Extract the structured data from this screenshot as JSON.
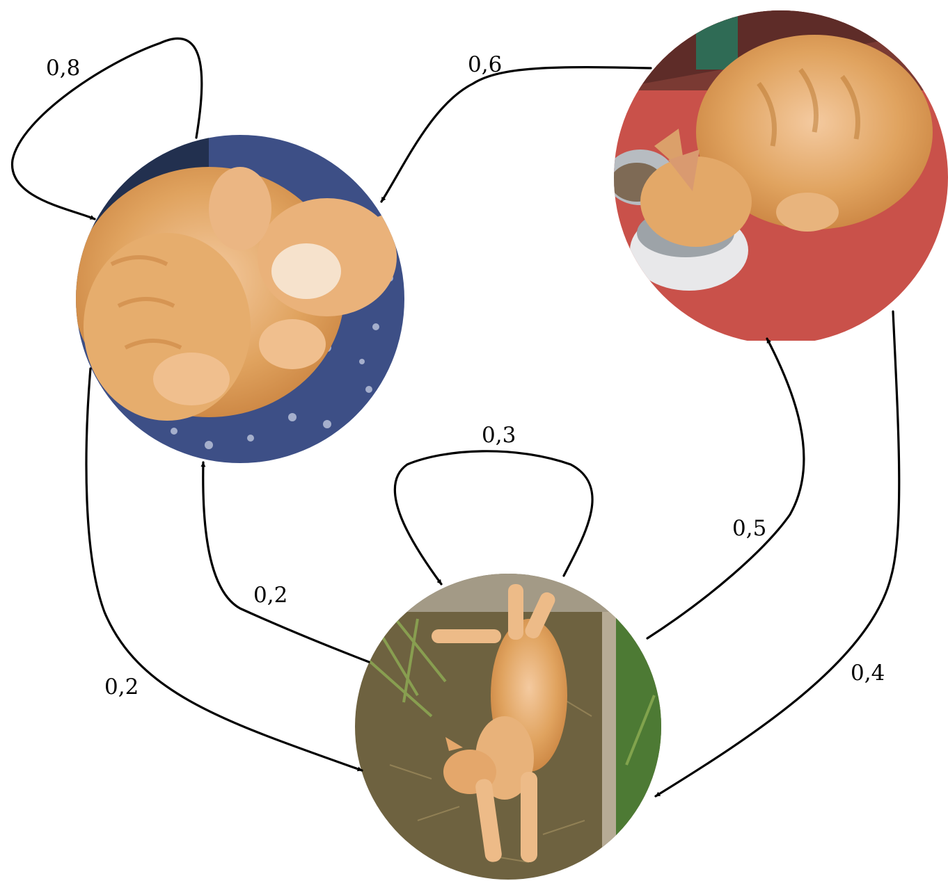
{
  "nodes": [
    {
      "id": "sleeping-cat",
      "depicts": "orange cat curled up asleep on blue floral cushion"
    },
    {
      "id": "eating-cat",
      "depicts": "orange cat eating from bowl on red floor"
    },
    {
      "id": "stretched-cat",
      "depicts": "orange cat lying stretched on dry grass"
    }
  ],
  "edges": [
    {
      "from": "sleeping-cat",
      "to": "sleeping-cat",
      "label": "0,8"
    },
    {
      "from": "eating-cat",
      "to": "sleeping-cat",
      "label": "0,6"
    },
    {
      "from": "stretched-cat",
      "to": "stretched-cat",
      "label": "0,3"
    },
    {
      "from": "stretched-cat",
      "to": "eating-cat",
      "label": "0,5"
    },
    {
      "from": "stretched-cat",
      "to": "sleeping-cat",
      "label": "0,2"
    },
    {
      "from": "sleeping-cat",
      "to": "stretched-cat",
      "label": "0,2"
    },
    {
      "from": "eating-cat",
      "to": "stretched-cat",
      "label": "0,4"
    }
  ],
  "colors": {
    "edge": "#000000",
    "cushion": "#3d4f86",
    "floor": "#c9514a",
    "grass": "#6e6240",
    "cat": "#e0a35f"
  }
}
